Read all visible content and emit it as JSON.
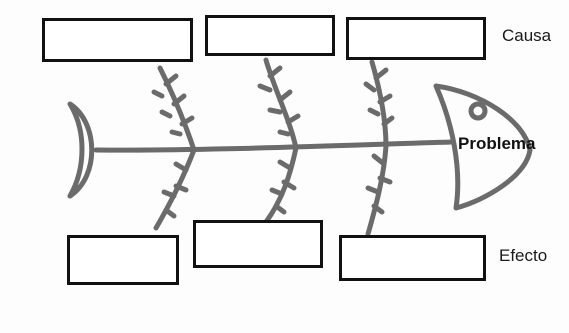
{
  "diagram": {
    "labels": {
      "causa": "Causa",
      "efecto": "Efecto",
      "problema": "Problema"
    },
    "cause_boxes": [
      "",
      "",
      ""
    ],
    "effect_boxes": [
      "",
      "",
      ""
    ]
  }
}
